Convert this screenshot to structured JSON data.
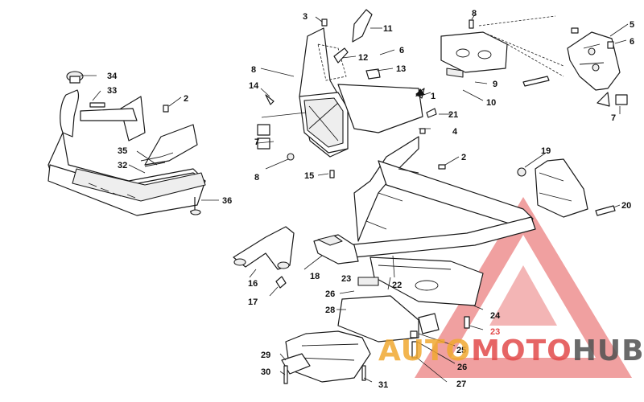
{
  "diagram": {
    "callouts": [
      "1",
      "2",
      "2",
      "3",
      "4",
      "5",
      "6",
      "6",
      "7",
      "7",
      "8",
      "8",
      "8",
      "9",
      "10",
      "11",
      "12",
      "13",
      "14",
      "15",
      "16",
      "17",
      "18",
      "19",
      "20",
      "21",
      "22",
      "23",
      "23",
      "24",
      "25",
      "26",
      "26",
      "27",
      "28",
      "29",
      "30",
      "31",
      "32",
      "33",
      "34",
      "35",
      "36"
    ]
  },
  "watermark": {
    "part1": "AUTO",
    "part2": "MOTO",
    "part3": "HUB",
    "colors": {
      "orange": "#f0a830",
      "red": "#e24a4a",
      "grey": "#505050"
    }
  }
}
